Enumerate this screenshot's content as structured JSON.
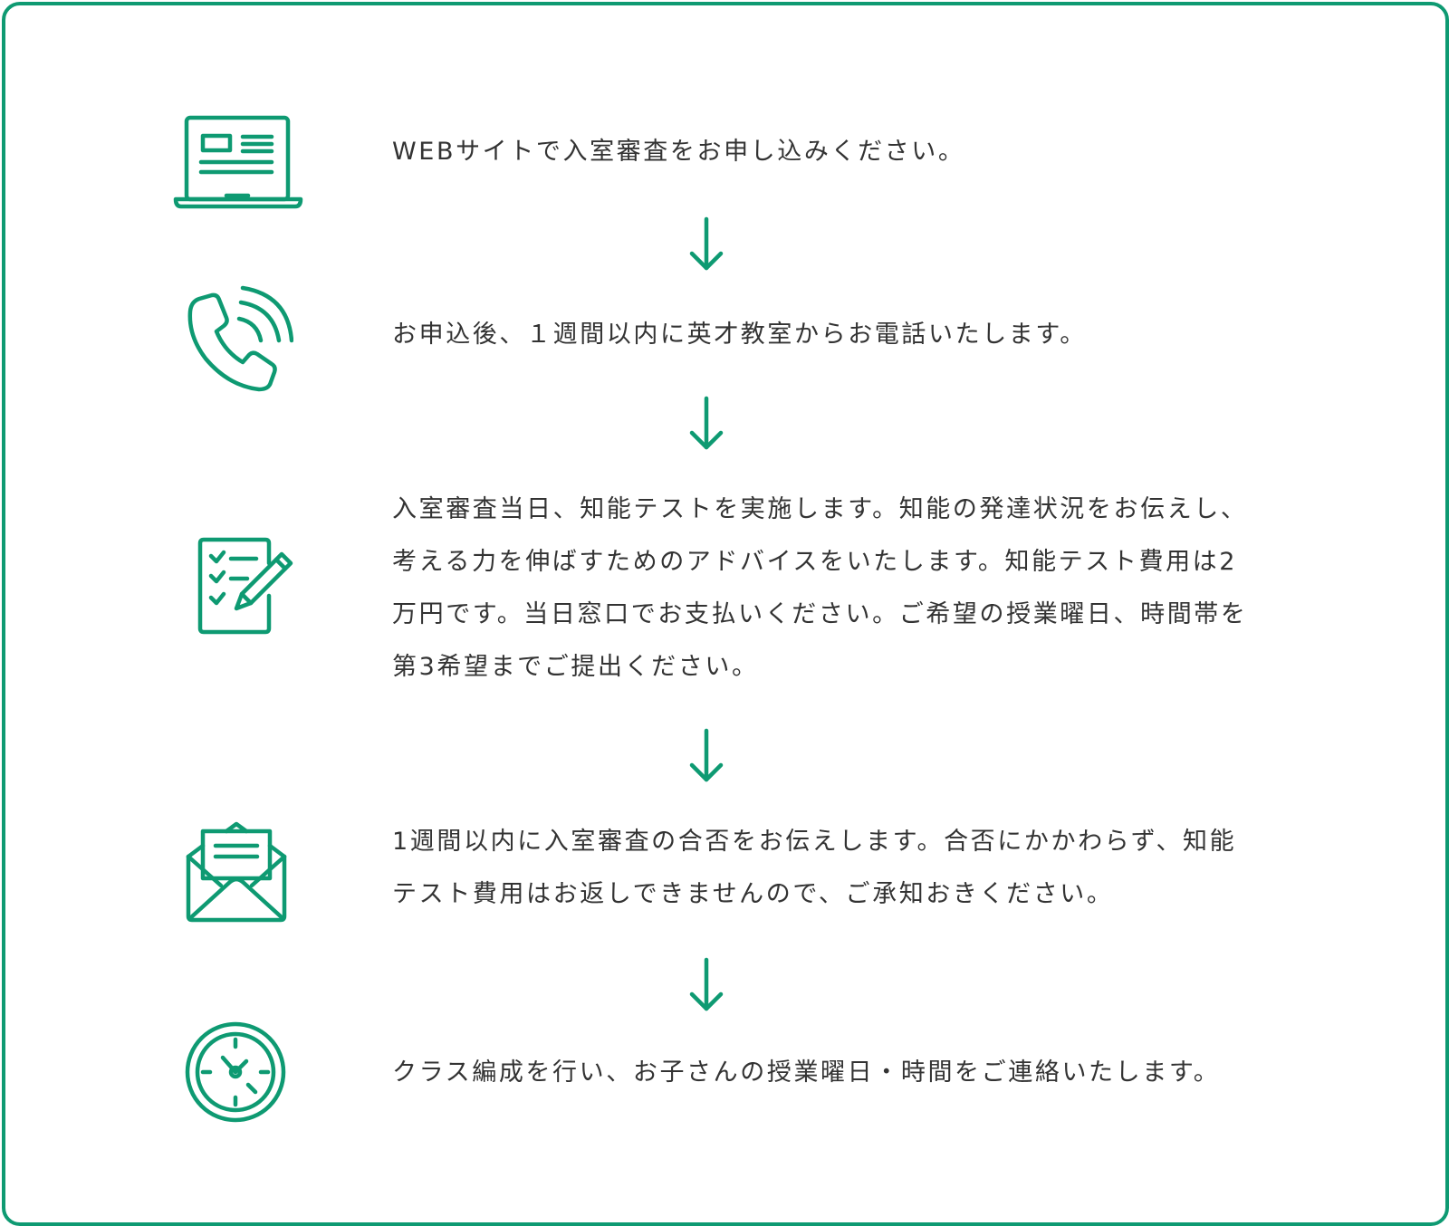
{
  "accent_color": "#0e9a72",
  "steps": [
    {
      "icon": "laptop-icon",
      "text": "WEBサイトで入室審査をお申し込みください。"
    },
    {
      "icon": "phone-icon",
      "text": "お申込後、１週間以内に英才教室からお電話いたします。"
    },
    {
      "icon": "checklist-pen-icon",
      "lines": [
        "入室審査当日、知能テストを実施します。知能の発達状況をお伝えし、",
        "考える力を伸ばすためのアドバイスをいたします。知能テスト費用は2",
        "万円です。当日窓口でお支払いください。ご希望の授業曜日、時間帯を",
        "第3希望までご提出ください。"
      ]
    },
    {
      "icon": "open-envelope-icon",
      "lines": [
        "1週間以内に入室審査の合否をお伝えします。合否にかかわらず、知能",
        "テスト費用はお返しできませんので、ご承知おきください。"
      ]
    },
    {
      "icon": "clock-icon",
      "text": "クラス編成を行い、お子さんの授業曜日・時間をご連絡いたします。"
    }
  ]
}
